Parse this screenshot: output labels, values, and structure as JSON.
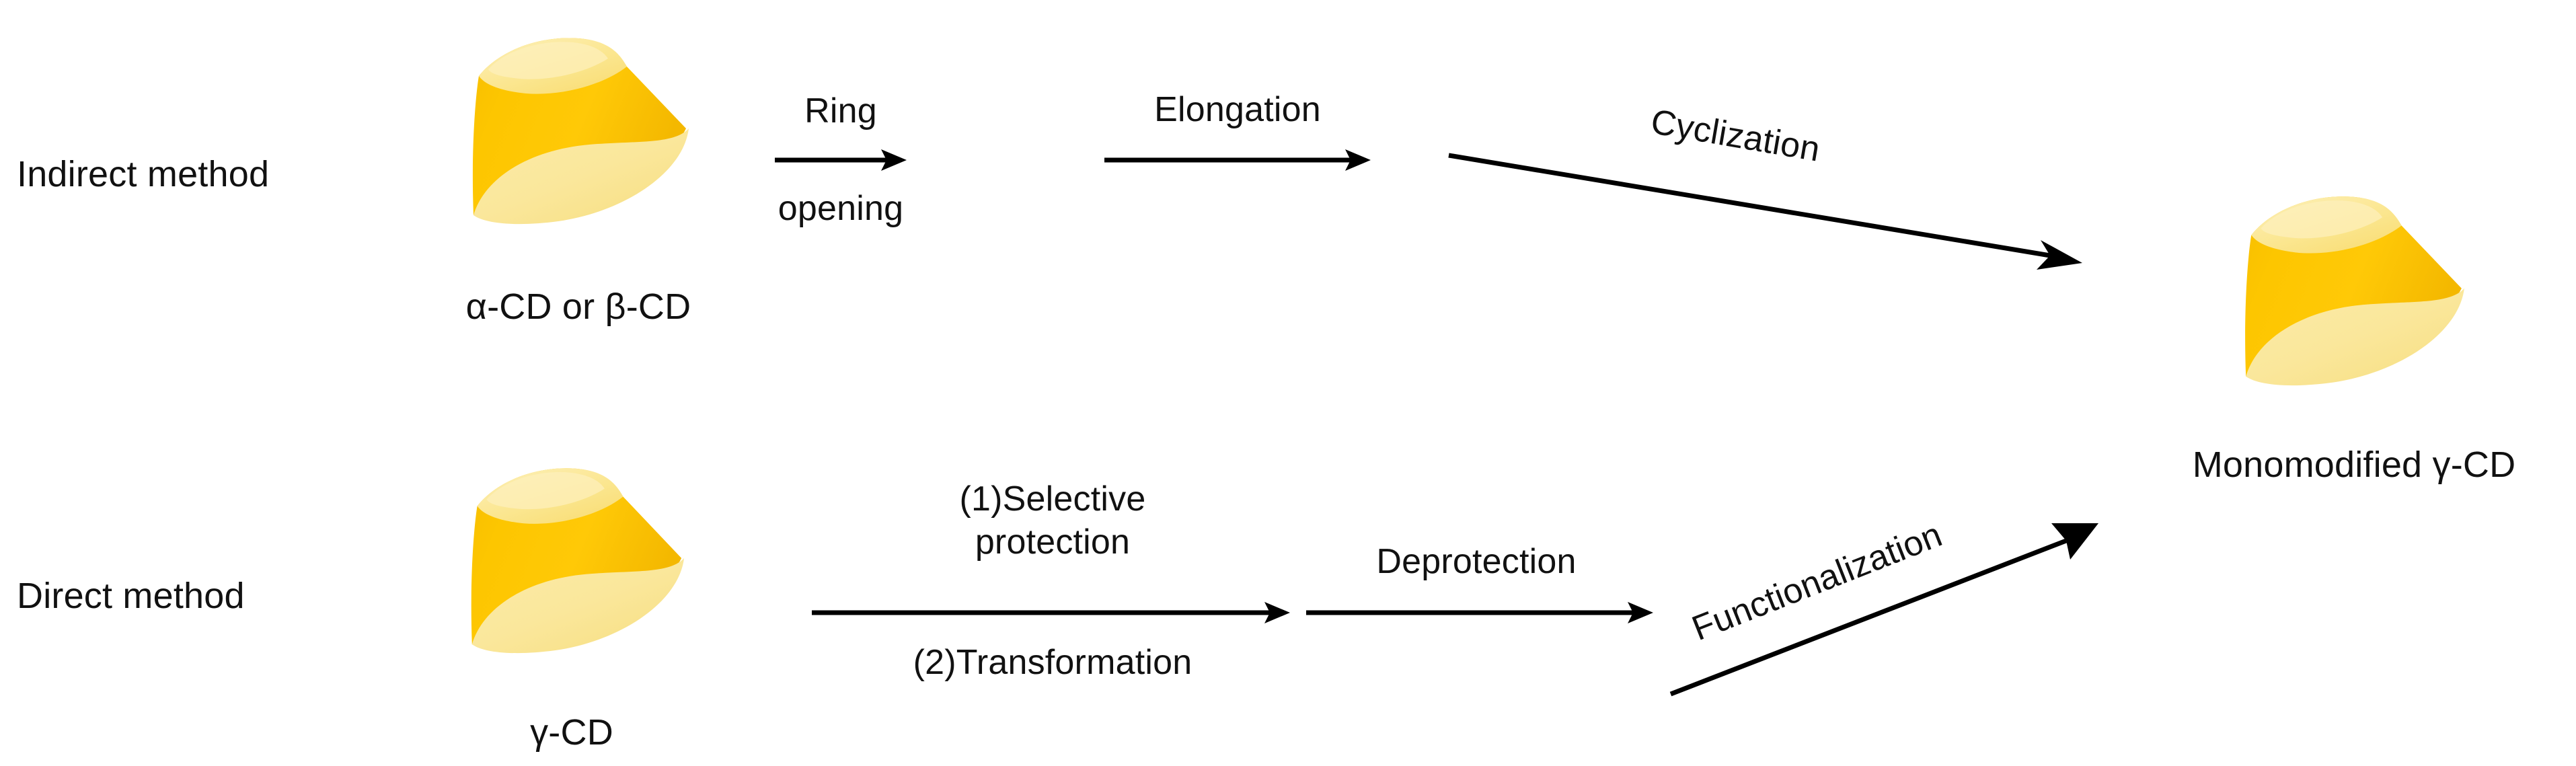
{
  "figure": {
    "background_color": "#ffffff",
    "line_color": "#000000",
    "text_color": "#111111"
  },
  "palette": {
    "cone_body": "#FDC500",
    "cone_body_dark": "#F5B800",
    "cone_top_light": "#FBE58C",
    "cone_bottom_light": "#FAE9A4",
    "cone_highlight": "#FDEFB4"
  },
  "rows": [
    {
      "id": "indirect",
      "label": "Indirect method",
      "start_species": {
        "id": "alpha-beta-cd",
        "label": "α-CD or β-CD",
        "icon": "cyclodextrin-cone-icon"
      },
      "steps": [
        {
          "id": "ring-opening",
          "type": "straight-arrow",
          "label_above": "Ring",
          "label_below": "opening"
        },
        {
          "id": "elongation",
          "type": "straight-arrow",
          "label_above": "Elongation",
          "label_below": ""
        },
        {
          "id": "cyclization",
          "type": "diagonal-arrow-down",
          "label_above": "Cyclization",
          "label_below": ""
        }
      ]
    },
    {
      "id": "direct",
      "label": "Direct method",
      "start_species": {
        "id": "gamma-cd",
        "label": "γ-CD",
        "icon": "cyclodextrin-cone-icon"
      },
      "steps": [
        {
          "id": "selective-protection-transformation",
          "type": "straight-arrow",
          "label_above": "(1)Selective\nprotection",
          "label_above_line1": "(1)Selective",
          "label_above_line2": "protection",
          "label_below": "(2)Transformation"
        },
        {
          "id": "deprotection",
          "type": "straight-arrow",
          "label_above": "Deprotection",
          "label_below": ""
        },
        {
          "id": "functionalization",
          "type": "diagonal-arrow-up",
          "label_above": "Functionalization",
          "label_below": ""
        }
      ]
    }
  ],
  "product": {
    "id": "monomodified-gamma-cd",
    "label": "Monomodified γ-CD",
    "icon": "cyclodextrin-cone-icon"
  }
}
